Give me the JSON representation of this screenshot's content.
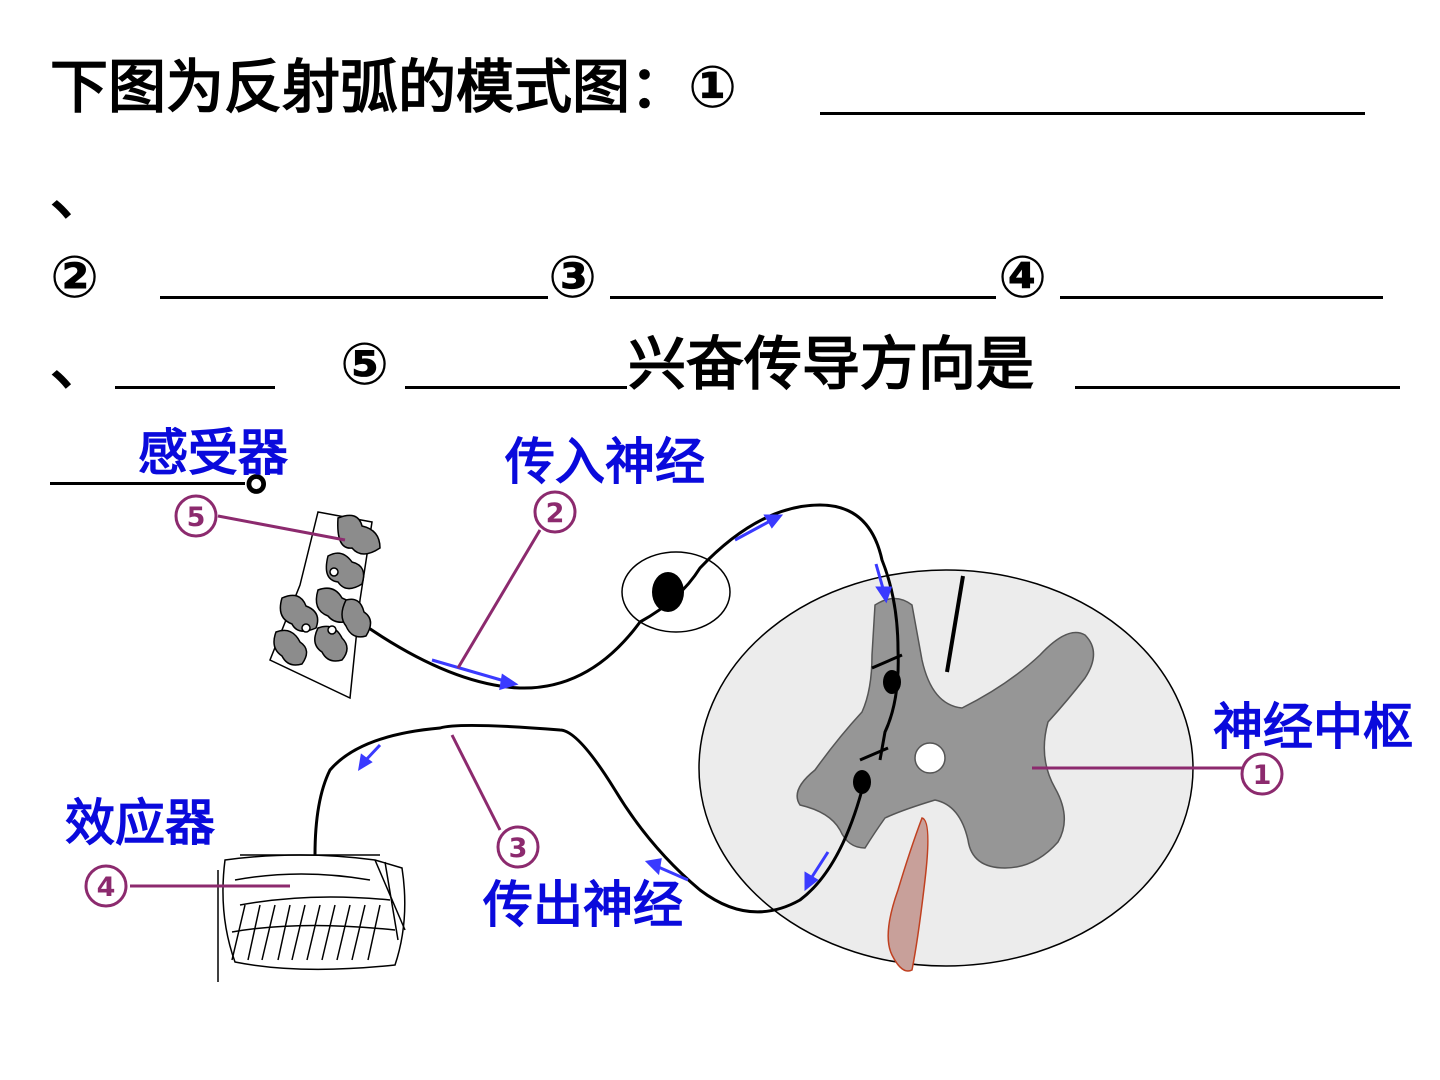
{
  "question": {
    "line1": "下图为反射弧的模式图：①",
    "comma1": "、",
    "m2": "②",
    "m3": "③",
    "m4": "④",
    "comma2": "、",
    "m5": "⑤",
    "direction_text": "兴奋传导方向是",
    "period": "。"
  },
  "labels": {
    "receptor": "感受器",
    "afferent": "传入神经",
    "center": "神经中枢",
    "effector": "效应器",
    "efferent": "传出神经"
  },
  "callouts": {
    "n1": "1",
    "n2": "2",
    "n3": "3",
    "n4": "4",
    "n5": "5"
  },
  "colors": {
    "label_blue": "#0a0adc",
    "callout_purple": "#8c2a6e",
    "arrow_blue": "#3a3aff",
    "gray_matter": "#969696",
    "white_matter": "#ececec",
    "vessel": "#c8a09a"
  }
}
